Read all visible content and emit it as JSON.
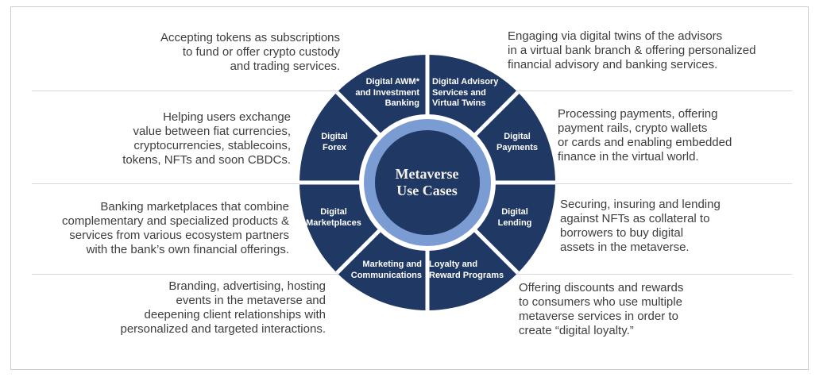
{
  "colors": {
    "wedge_navy": "#1f3864",
    "ring_blue": "#7b9bd3",
    "label_text": "#ffffff",
    "center_text": "#f6f2ea",
    "body_text": "#3d3d3d",
    "divider_gray": "#d8d8d8",
    "card_border": "#cdcdcd"
  },
  "wheel": {
    "center_lines": [
      "Metaverse",
      "Use Cases"
    ],
    "segments": [
      {
        "id": "awm",
        "lines": [
          "Digital AWM*",
          "and Investment",
          "Banking"
        ]
      },
      {
        "id": "advisory",
        "lines": [
          "Digital Advisory",
          "Services and",
          "Virtual Twins"
        ]
      },
      {
        "id": "forex",
        "lines": [
          "Digital",
          "Forex"
        ]
      },
      {
        "id": "payments",
        "lines": [
          "Digital",
          "Payments"
        ]
      },
      {
        "id": "marketplaces",
        "lines": [
          "Digital",
          "Marketplaces"
        ]
      },
      {
        "id": "lending",
        "lines": [
          "Digital",
          "Lending"
        ]
      },
      {
        "id": "marketing",
        "lines": [
          "Marketing and",
          "Communications"
        ]
      },
      {
        "id": "loyalty",
        "lines": [
          "Loyalty and",
          "Reward Programs"
        ]
      }
    ]
  },
  "annotations": {
    "left": [
      {
        "lines": [
          "Accepting tokens as subscriptions",
          "to fund or offer crypto custody",
          "and trading services."
        ]
      },
      {
        "lines": [
          "Helping users exchange",
          "value between fiat currencies,",
          "cryptocurrencies, stablecoins,",
          "tokens, NFTs and soon CBDCs."
        ]
      },
      {
        "lines": [
          "Banking marketplaces that combine",
          "complementary and specialized products &",
          "services from various ecosystem partners",
          "with the bank’s own financial offerings."
        ]
      },
      {
        "lines": [
          "Branding, advertising, hosting",
          "events in the metaverse and",
          "deepening client relationships with",
          "personalized and targeted interactions."
        ]
      }
    ],
    "right": [
      {
        "lines": [
          "Engaging via digital twins of the advisors",
          "in a virtual bank branch & offering personalized",
          "financial advisory and banking services."
        ]
      },
      {
        "lines": [
          "Processing payments, offering",
          "payment rails, crypto wallets",
          "or cards and enabling embedded",
          "finance in the virtual world."
        ]
      },
      {
        "lines": [
          "Securing, insuring and lending",
          "against NFTs as collateral to",
          "borrowers to buy digital",
          "assets in the metaverse."
        ]
      },
      {
        "lines": [
          "Offering discounts and rewards",
          "to consumers who use multiple",
          "metaverse services in order to",
          "create “digital loyalty.”"
        ]
      }
    ]
  }
}
